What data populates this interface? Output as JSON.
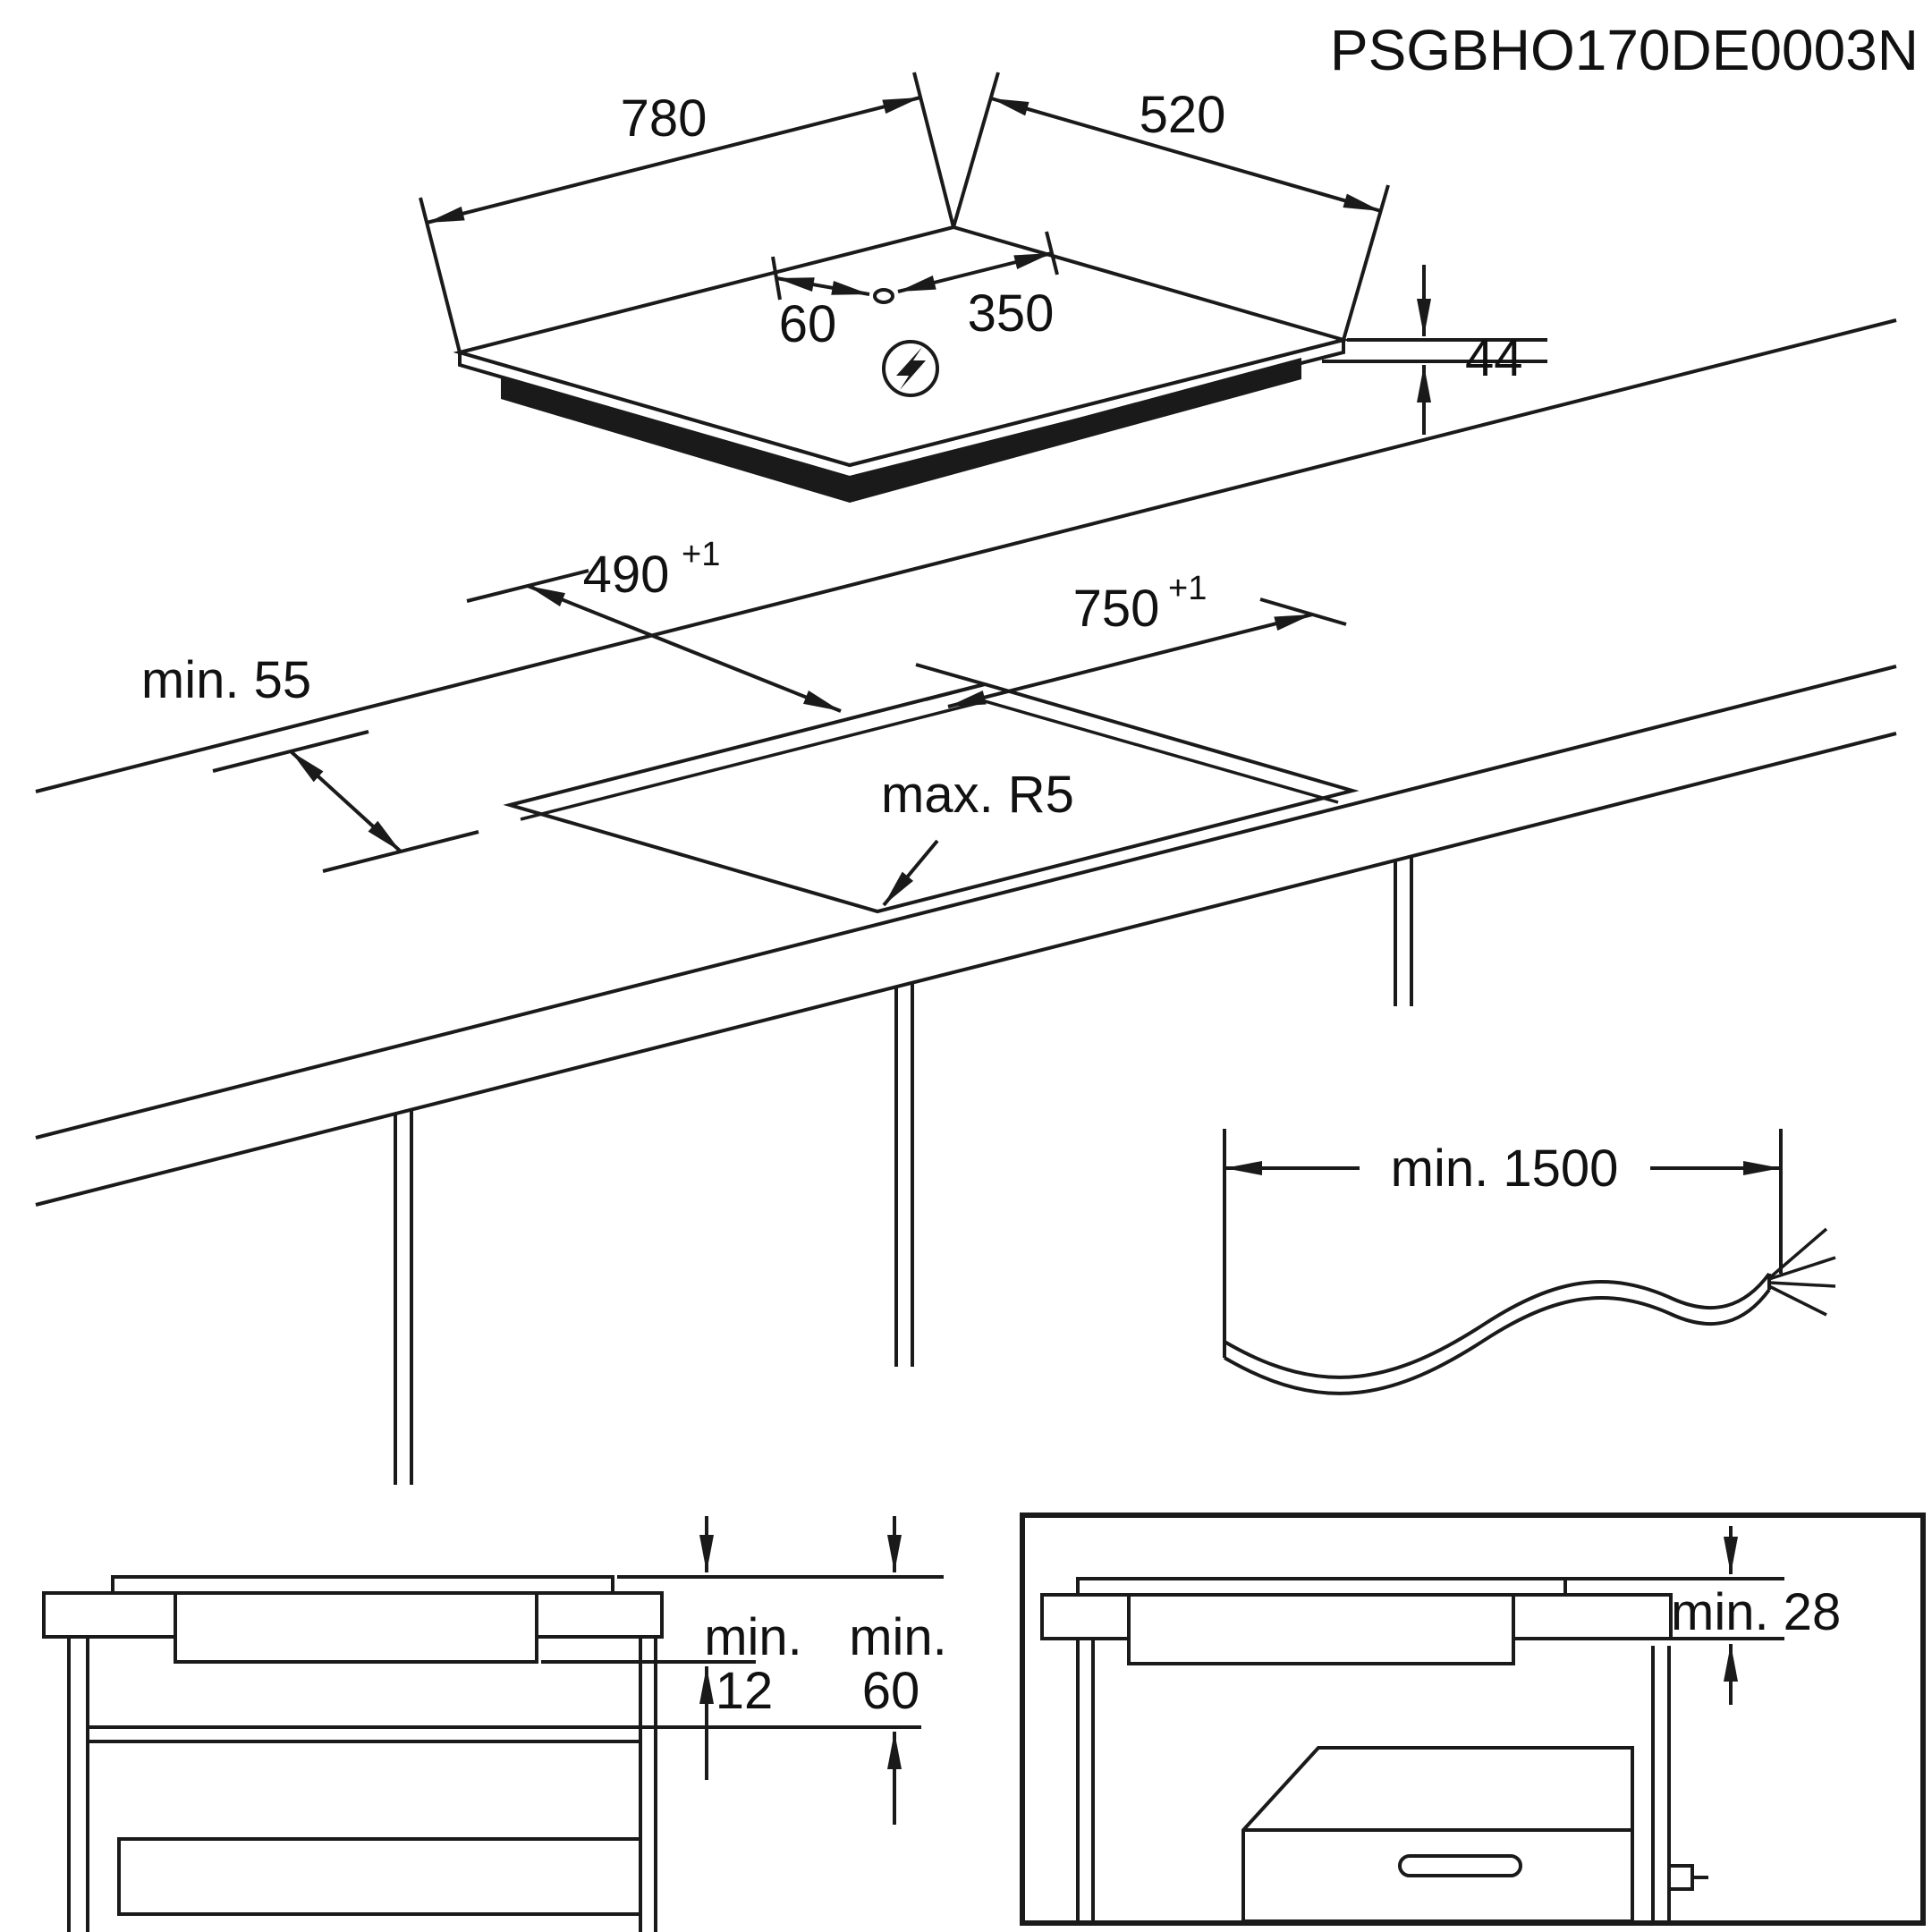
{
  "drawing_code": "PSGBHO170DE0003N",
  "colors": {
    "line": "#1a1a1a",
    "background": "#ffffff"
  },
  "hob": {
    "width": "780",
    "depth": "520",
    "height": "44",
    "cable_offset": "60",
    "cable_center_distance": "350",
    "power_icon": "lightning-bolt",
    "cable_entry_icon": "cable-entry-point"
  },
  "cutout": {
    "depth": "490",
    "depth_tolerance": "+1",
    "width": "750",
    "width_tolerance": "+1",
    "edge_clearance": "min. 55",
    "corner_radius": "max. R5"
  },
  "cable": {
    "min_length": "min. 1500"
  },
  "worktop_section": {
    "col1_prefix": "min.",
    "col1_value": "12",
    "col2_prefix": "min.",
    "col2_value": "60"
  },
  "oven_section": {
    "top_clearance": "min. 28"
  }
}
